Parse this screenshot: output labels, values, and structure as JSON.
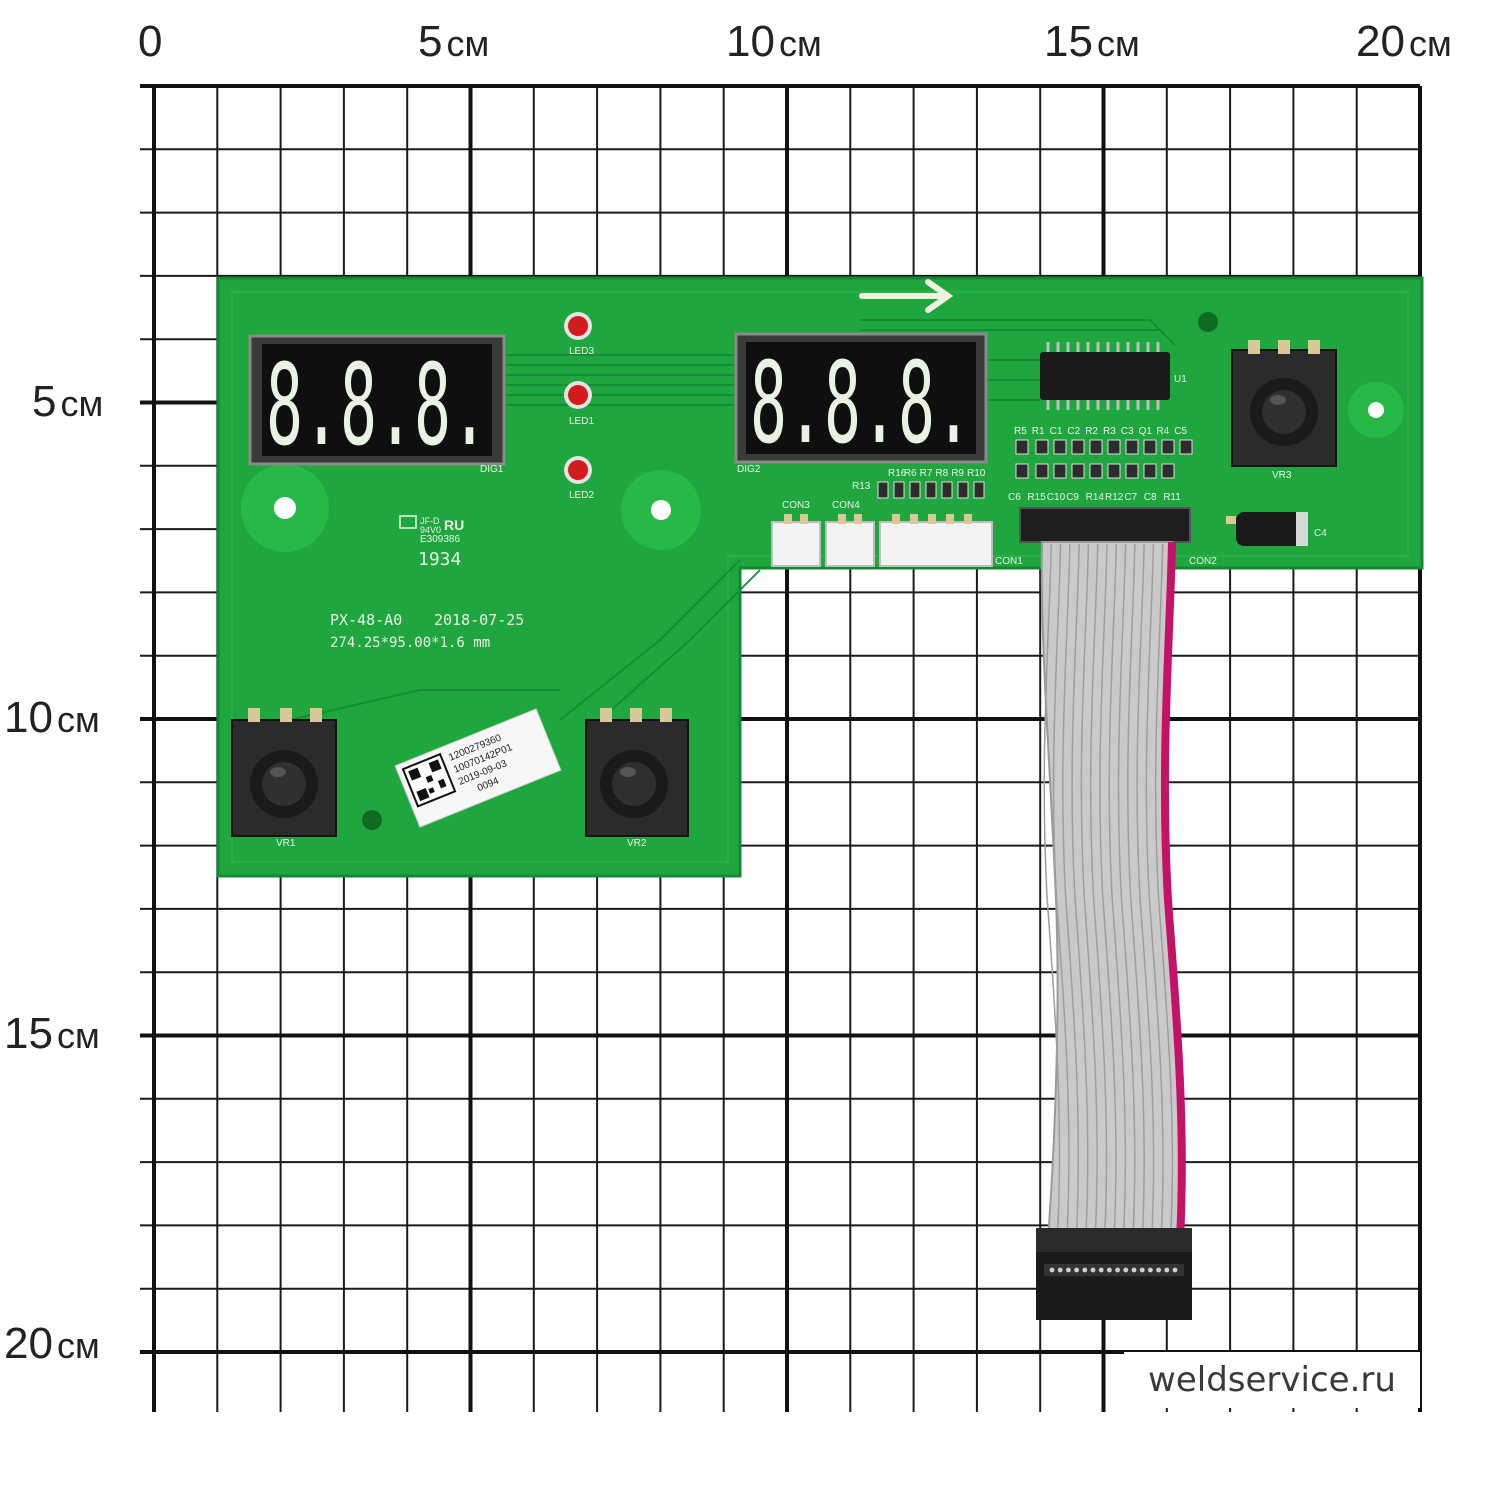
{
  "ruler": {
    "unit": "см",
    "top_labels": [
      "0",
      "5",
      "10",
      "15",
      "20"
    ],
    "left_labels": [
      "5",
      "10",
      "15",
      "20"
    ]
  },
  "watermark": "weldservice.ru",
  "colors": {
    "pcb_green": "#1fa63f",
    "pcb_dark": "#16892f",
    "grid_line": "#1a1a1a",
    "display_red": "#c8102e",
    "ribbon_gray": "#bdbdbd",
    "ribbon_red_stripe": "#c4126a"
  },
  "board": {
    "model": "PX-48-A0",
    "date": "2018-07-25",
    "dimensions": "274.25*95.00*1.6 mm",
    "certification": "E309386",
    "batch": "1934",
    "label_lines": [
      "1200279360",
      "10070142P01",
      "2019-09-03",
      "0094"
    ],
    "displays": [
      {
        "designator": "DIG1",
        "digits": "8.8.8."
      },
      {
        "designator": "DIG2",
        "digits": "8.8.8."
      }
    ],
    "leds": [
      "LED3",
      "LED1",
      "LED2"
    ],
    "connectors": [
      "CON3",
      "CON4",
      "CON1",
      "CON2"
    ],
    "pots": [
      "VR1",
      "VR2",
      "VR3"
    ],
    "chip": "U1",
    "capacitor": "C4",
    "smd_top": [
      "R5",
      "R1",
      "C1",
      "C2",
      "R2",
      "R3",
      "C3",
      "Q1",
      "R4",
      "C5"
    ],
    "smd_bottom": [
      "C6",
      "R15",
      "C10",
      "C9",
      "R14",
      "R12",
      "C7",
      "C8",
      "R11"
    ],
    "smd_row": [
      "R16",
      "R6",
      "R7",
      "R8",
      "R9",
      "R10"
    ],
    "smd_single": "R13"
  }
}
